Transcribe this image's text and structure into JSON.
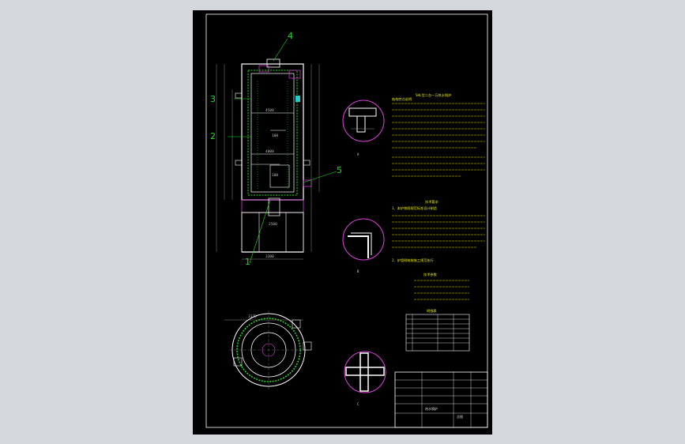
{
  "colors": {
    "background": "#d4d8dd",
    "paper": "#000000",
    "frame": "#ffffff",
    "leader": "#22dd22",
    "outline": "#ffffff",
    "hatch": "#dd44dd",
    "dimension": "#aaaaaa",
    "text": "#e8e800",
    "accent_cyan": "#22cccc"
  },
  "callouts": {
    "c1": "1",
    "c2": "2",
    "c3": "3",
    "c4": "4",
    "c5": "5"
  },
  "dimensions": {
    "d_top": "4500",
    "d_mid": "4000",
    "d_width": "3300",
    "d_plan": "3375",
    "d_2500": "2500",
    "d_100a": "100",
    "d_100b": "100"
  },
  "notes": {
    "title": "SHL型二台一万热水锅炉",
    "section": "结构特点说明",
    "tech_title": "技术要求",
    "tech_item_1": "1、本炉按照规范标准设计制造",
    "tech_item_2": "2、炉墙砌筑按施工规范执行",
    "params_title": "技术参数",
    "table_header": "明细表"
  },
  "view_labels": {
    "view_a": "A",
    "view_b": "B",
    "view_c": "C"
  },
  "title_block": {
    "drawing_name": "热水锅炉",
    "drawing_no": "总图"
  }
}
